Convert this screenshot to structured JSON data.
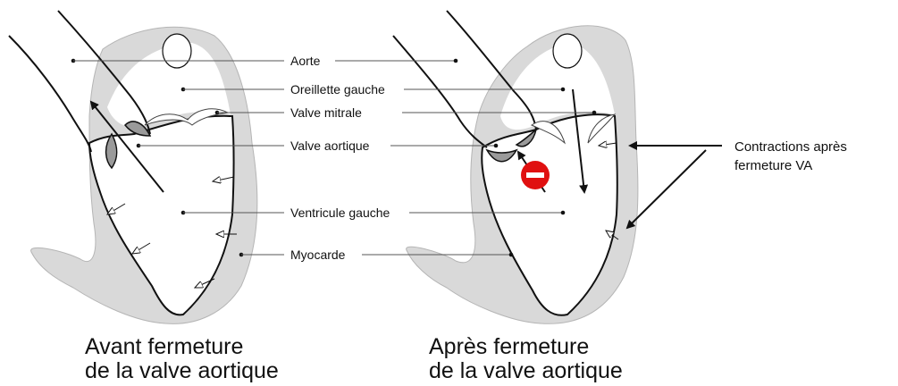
{
  "labels": {
    "aorte": "Aorte",
    "oreillette": "Oreillette gauche",
    "mitrale": "Valve mitrale",
    "aortique": "Valve aortique",
    "ventricule": "Ventricule gauche",
    "myocarde": "Myocarde"
  },
  "side_note": {
    "line1": "Contractions après",
    "line2": "fermeture VA"
  },
  "captions": {
    "left_line1": "Avant fermeture",
    "left_line2": "de la valve aortique",
    "right_line1": "Après fermeture",
    "right_line2": "de la valve aortique"
  },
  "colors": {
    "myocardium": "#d9d9d9",
    "valve_cusp": "#9a9a9a",
    "no_entry": "#e01010"
  },
  "icons": {
    "no_entry": "no-entry-icon"
  }
}
